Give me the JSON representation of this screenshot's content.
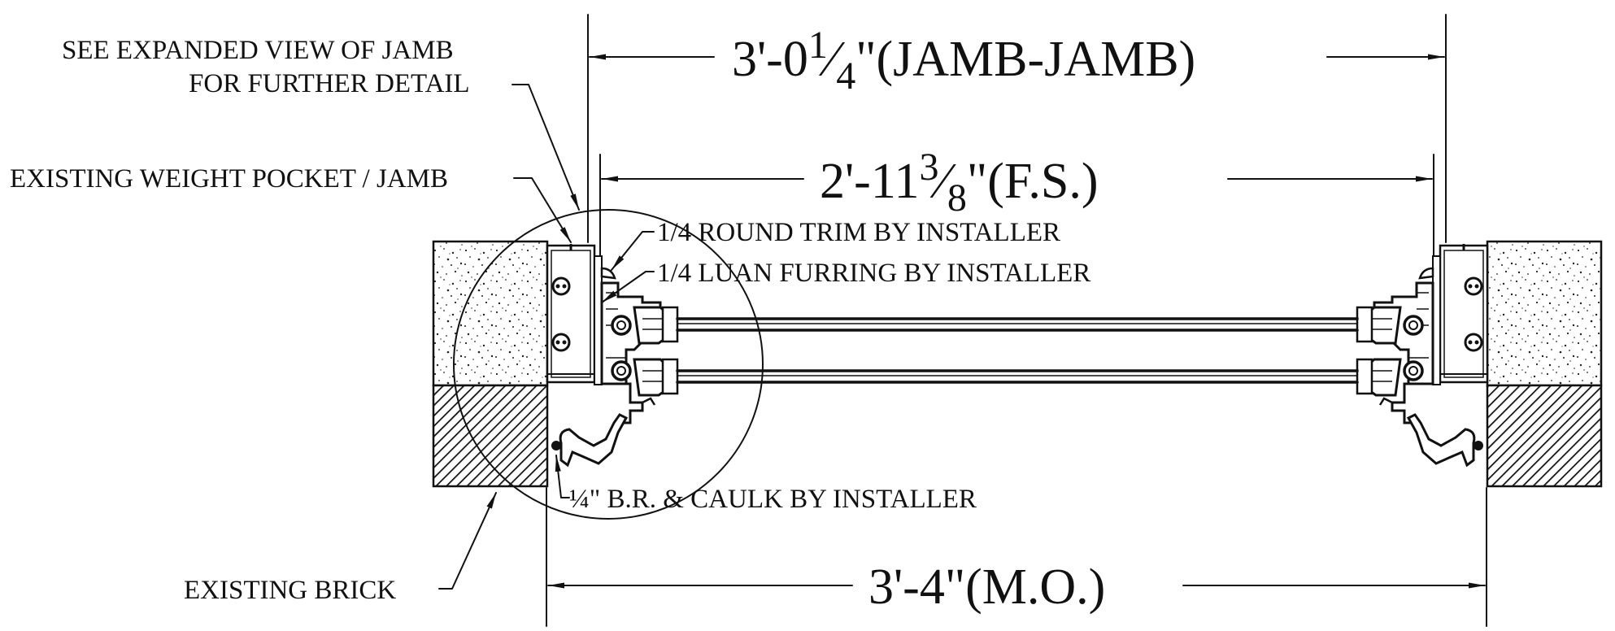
{
  "dimensions": {
    "jamb_to_jamb": {
      "feet_inches": "3'-0",
      "frac_num": "1",
      "frac_den": "4",
      "suffix": "\"(JAMB-JAMB)"
    },
    "free_span": {
      "feet_inches": "2'-11",
      "frac_num": "3",
      "frac_den": "8",
      "suffix": "\"(F.S.)"
    },
    "masonry_opening": {
      "text": "3'-4\"(M.O.)"
    }
  },
  "callouts": {
    "expanded_view_line1": "SEE EXPANDED VIEW OF JAMB",
    "expanded_view_line2": "FOR FURTHER DETAIL",
    "weight_pocket": "EXISTING WEIGHT POCKET / JAMB",
    "round_trim": "1/4 ROUND TRIM BY INSTALLER",
    "luan_furring": "1/4 LUAN FURRING BY INSTALLER",
    "caulk": "¼\" B.R. & CAULK BY INSTALLER",
    "brick": "EXISTING BRICK"
  }
}
